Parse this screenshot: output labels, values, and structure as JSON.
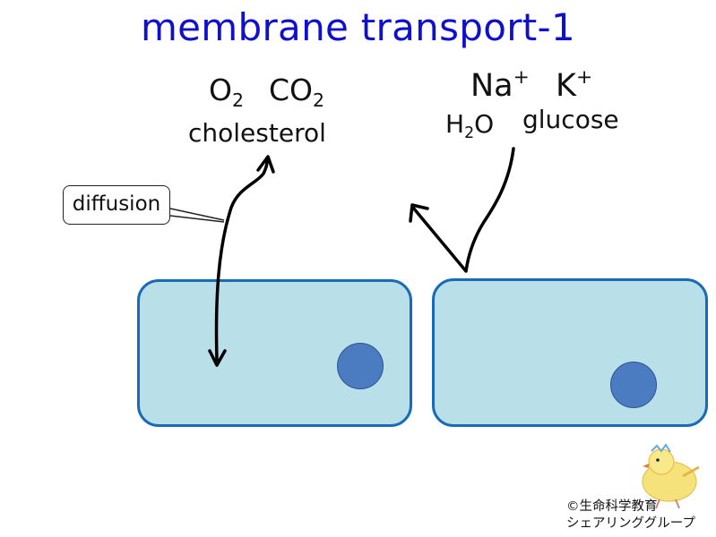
{
  "title": "membrane transport-1",
  "molecules": {
    "o2_base": "O",
    "o2_sub": "2",
    "co2_base": "CO",
    "co2_sub": "2",
    "cholesterol": "cholesterol",
    "na_base": "Na",
    "na_sup": "+",
    "k_base": "K",
    "k_sup": "+",
    "h2o_h": "H",
    "h2o_sub": "2",
    "h2o_o": "O",
    "glucose": "glucose"
  },
  "callout": {
    "label": "diffusion"
  },
  "copyright": {
    "line1": "©生命科学教育",
    "line2": "シェアリンググループ"
  },
  "colors": {
    "title": "#1010cc",
    "cell_fill": "#b9dfe8",
    "cell_border": "#1a6bb7",
    "nucleus": "#4b7cc1",
    "arrow": "#000000"
  }
}
